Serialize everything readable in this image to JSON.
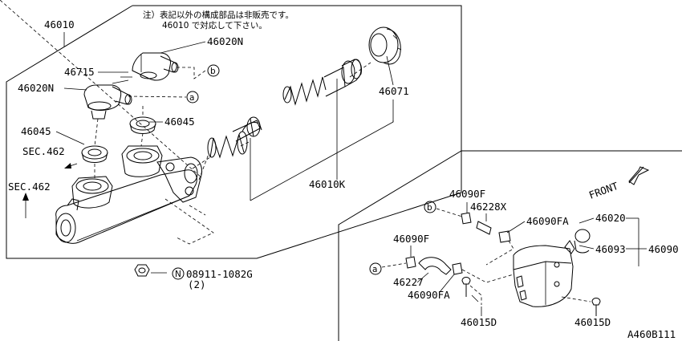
{
  "note": {
    "line1": "注）表記以外の構成部品は非販売です。",
    "line2": "46010 で対応して下さい。"
  },
  "labels": {
    "assy": "46010",
    "n_upper": "46020N",
    "p46715": "46715",
    "n_lower": "46020N",
    "p46045_left": "46045",
    "p46045_right": "46045",
    "sec_upper": "SEC.462",
    "sec_lower": "SEC.462",
    "p46071": "46071",
    "p46010k": "46010K",
    "nut": "08911-1082G",
    "nut_qty": "(2)",
    "nut_symbol": "N",
    "front": "FRONT",
    "p46090f_upper": "46090F",
    "p46228x": "46228X",
    "p46090fa_upper": "46090FA",
    "p46020": "46020",
    "p46093": "46093",
    "p46090": "46090",
    "p46090f_lower": "46090F",
    "p46227": "46227",
    "p46090fa_lower": "46090FA",
    "p46015d_left": "46015D",
    "p46015d_right": "46015D",
    "ref_a_upper": "a",
    "ref_b_upper": "b",
    "ref_a_lower": "a",
    "ref_b_lower": "b",
    "figure_id": "A460B111"
  }
}
